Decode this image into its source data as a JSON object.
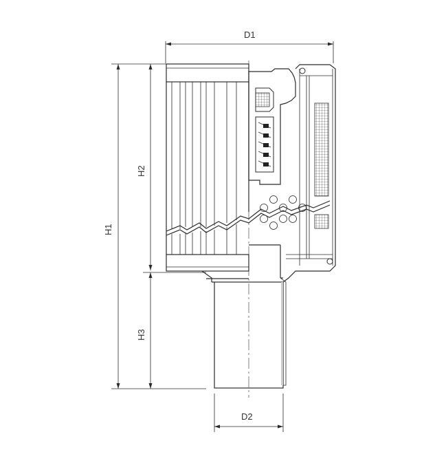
{
  "dimensions": {
    "d1": "D1",
    "d2": "D2",
    "h1": "H1",
    "h2": "H2",
    "h3": "H3"
  },
  "colors": {
    "line": "#2b2b2b",
    "hatch": "#555555",
    "background": "#ffffff"
  }
}
